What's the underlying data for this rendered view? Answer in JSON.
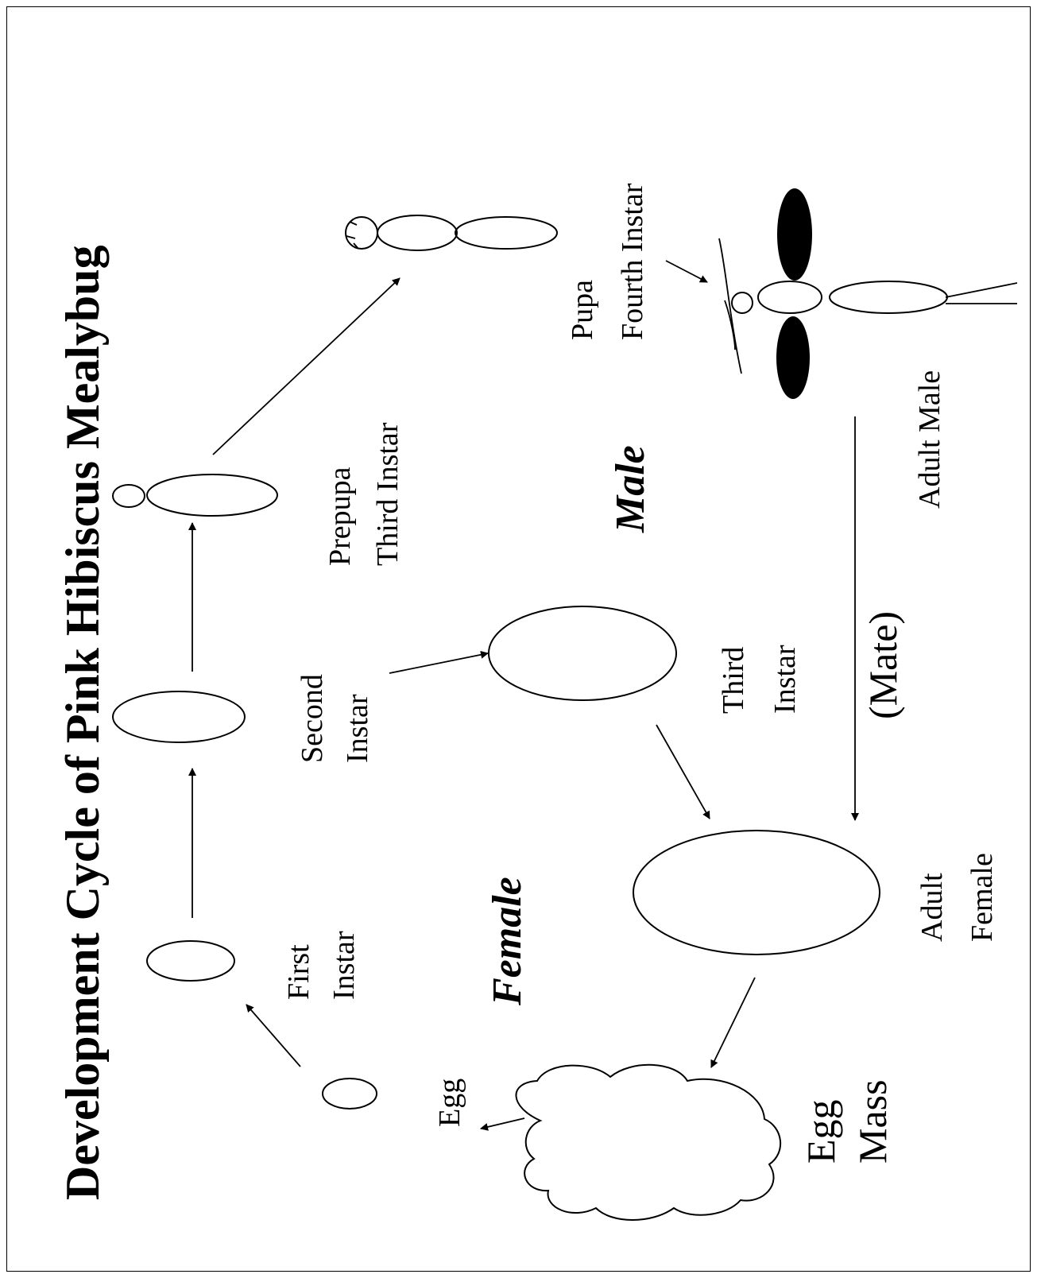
{
  "title": "Development Cycle of Pink Hibiscus Mealybug",
  "groups": {
    "female": "Female",
    "male": "Male"
  },
  "stages": {
    "egg": "Egg",
    "first_instar": [
      "First",
      "Instar"
    ],
    "second_instar": [
      "Second",
      "Instar"
    ],
    "third_instar_female": [
      "Third",
      "Instar"
    ],
    "prepupa": [
      "Prepupa",
      "Third Instar"
    ],
    "pupa": [
      "Pupa",
      "Fourth Instar"
    ],
    "adult_male": "Adult Male",
    "adult_female": [
      "Adult",
      "Female"
    ],
    "egg_mass": [
      "Egg",
      "Mass"
    ],
    "mate": "(Mate)"
  },
  "colors": {
    "ink": "#000000",
    "background": "#ffffff"
  }
}
